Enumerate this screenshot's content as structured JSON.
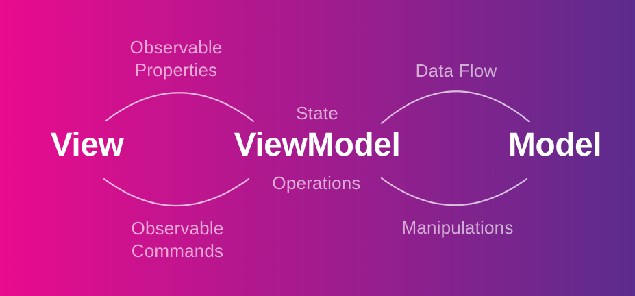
{
  "background": {
    "gradient_left": "#ea0b8e",
    "gradient_right": "#5b2c8d"
  },
  "colors": {
    "node_text": "#ffffff",
    "label_text": "rgba(255,255,255,0.63)",
    "arc_stroke": "rgba(255,255,255,0.7)"
  },
  "nodes": {
    "view": "View",
    "viewmodel": "ViewModel",
    "model": "Model"
  },
  "labels": {
    "observable_properties": "Observable\nProperties",
    "state": "State",
    "data_flow": "Data Flow",
    "observable_commands": "Observable\nCommands",
    "operations": "Operations",
    "manipulations": "Manipulations"
  }
}
